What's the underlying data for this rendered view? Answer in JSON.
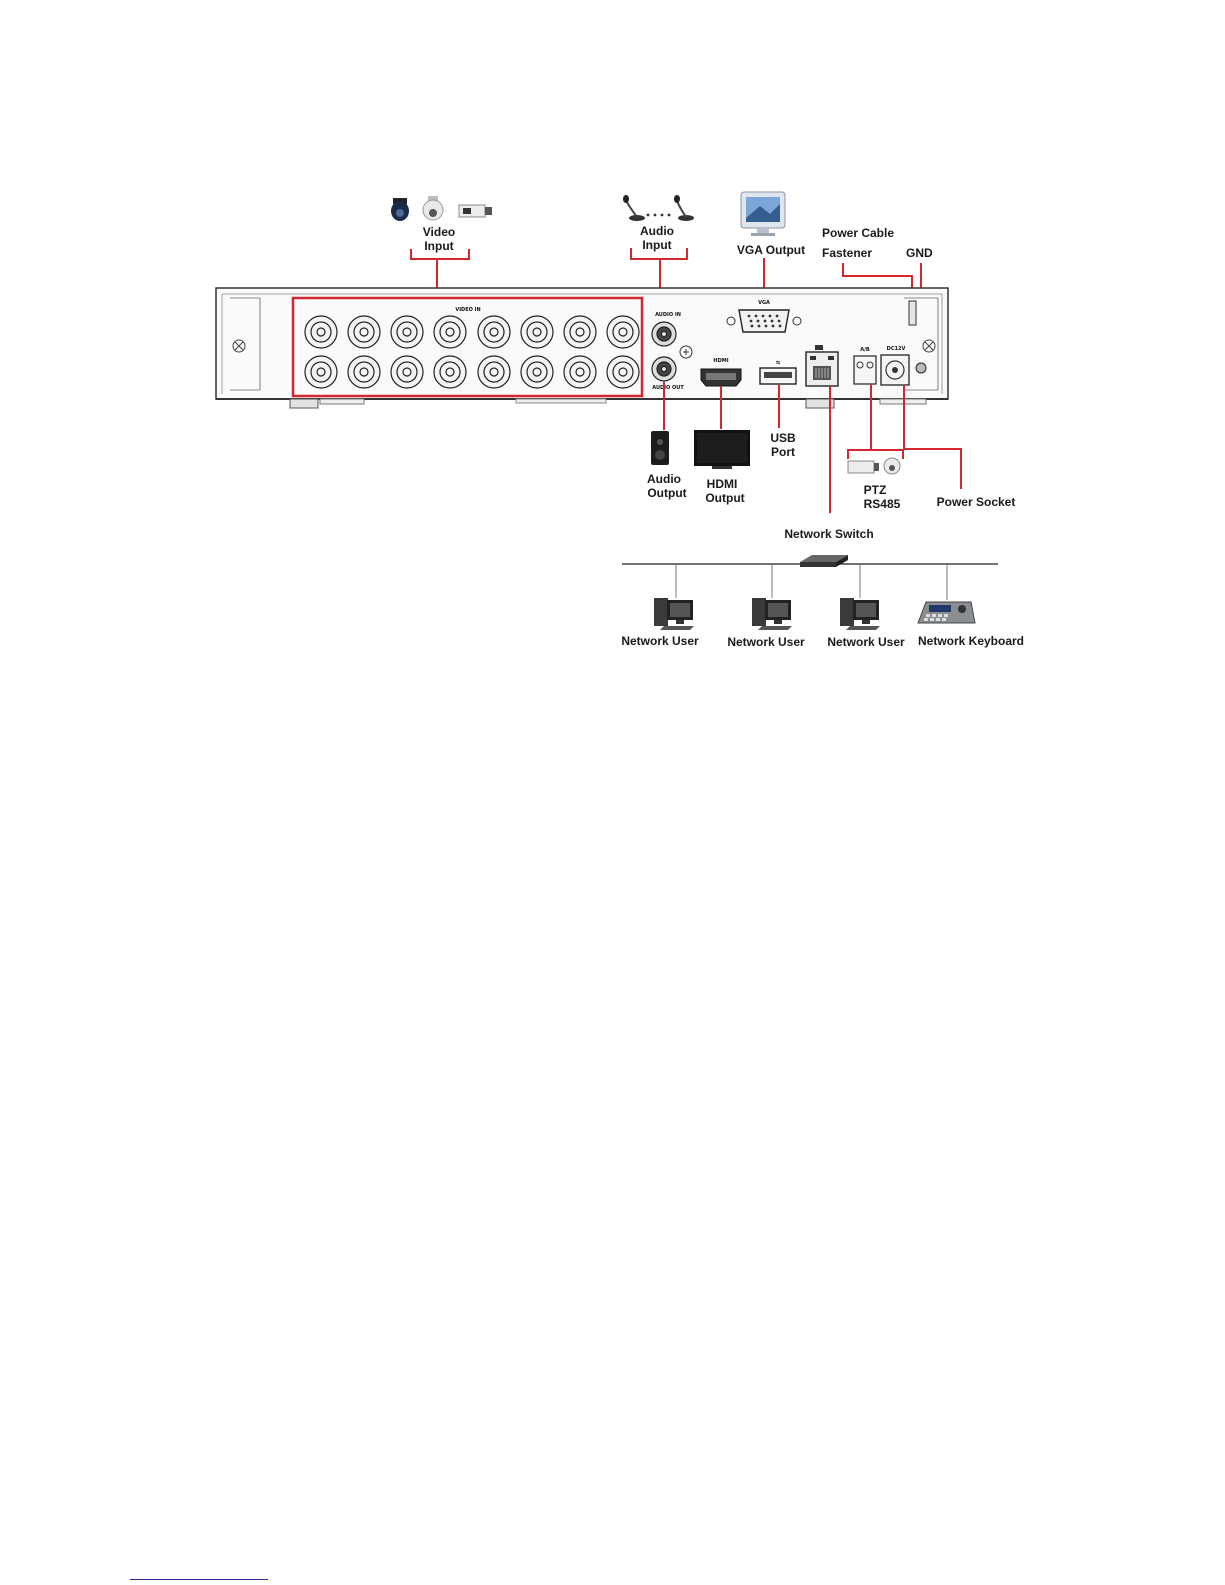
{
  "labels": {
    "video_input": [
      "Video",
      "Input"
    ],
    "audio_input": [
      "Audio",
      "Input"
    ],
    "vga_output": "VGA Output",
    "power_cable_fastener": [
      "Power Cable",
      "Fastener"
    ],
    "gnd": "GND",
    "audio_output": [
      "Audio",
      "Output"
    ],
    "hdmi_output": [
      "HDMI",
      "Output"
    ],
    "usb_port": [
      "USB",
      "Port"
    ],
    "ptz_rs485": [
      "PTZ",
      "RS485"
    ],
    "power_socket": "Power Socket",
    "network_switch": "Network Switch",
    "network_users": [
      "Network User",
      "Network User",
      "Network User"
    ],
    "network_keyboard": "Network Keyboard"
  },
  "panel_markings": {
    "video_in": "VIDEO IN",
    "audio_in": "AUDIO IN",
    "audio_out": "AUDIO OUT",
    "hdmi": "HDMI",
    "vga": "VGA",
    "ab": "A/B",
    "power_rating": "DC12V"
  },
  "colors": {
    "callout_red": "#d0282e",
    "panel_outline": "#333333"
  },
  "icons": [
    "dome-camera-icon",
    "ptz-camera-icon",
    "box-camera-icon",
    "microphone-icon",
    "monitor-icon",
    "speaker-icon",
    "tv-icon",
    "ptz-device-icon",
    "switch-icon",
    "computer-icon",
    "keyboard-icon"
  ]
}
